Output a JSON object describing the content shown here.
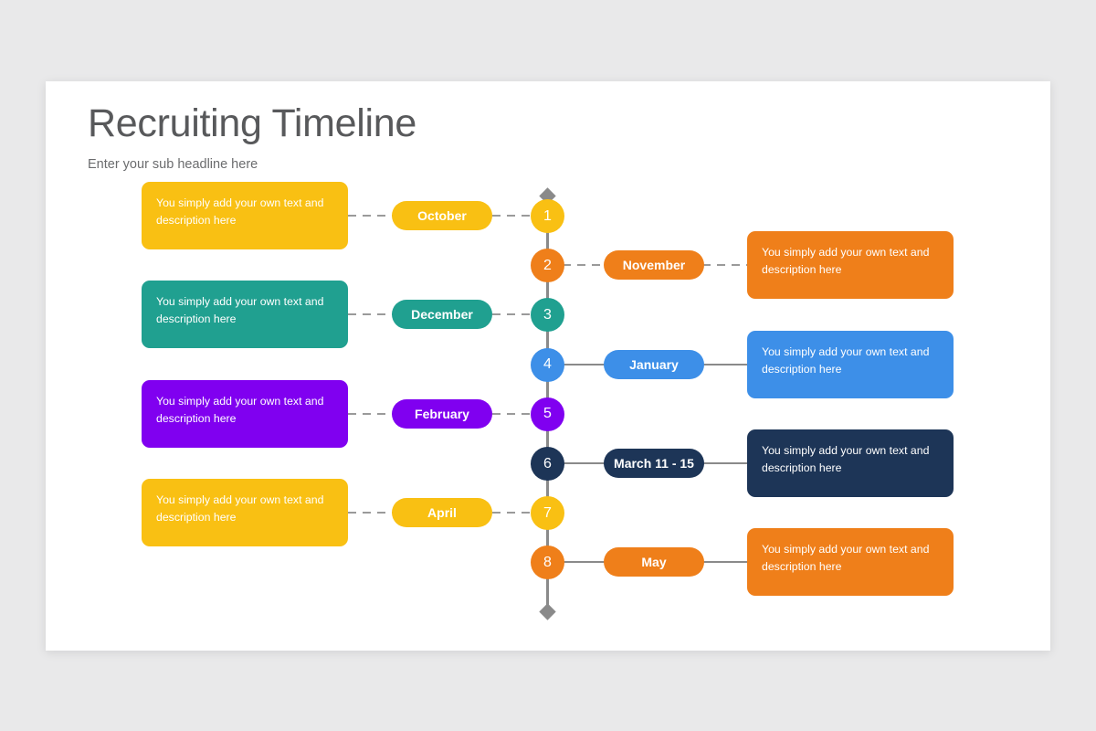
{
  "slide": {
    "background_color": "#e9e9ea",
    "surface_color": "#ffffff"
  },
  "header": {
    "title": "Recruiting Timeline",
    "subtitle": "Enter your sub headline here",
    "title_color": "#58595b",
    "subtitle_color": "#6b6c6e"
  },
  "timeline": {
    "spine_color": "#8a8a8a",
    "description_text": "You simply add your own text and description here",
    "items": [
      {
        "number": "1",
        "label": "October",
        "description": "You simply add your own text and description here",
        "color": "#f9c013",
        "side": "left",
        "connector": "dashed"
      },
      {
        "number": "2",
        "label": "November",
        "description": "You simply add your own text and description here",
        "color": "#ef7f1a",
        "side": "right",
        "connector": "dashed"
      },
      {
        "number": "3",
        "label": "December",
        "description": "You simply add your own text and description here",
        "color": "#20a090",
        "side": "left",
        "connector": "dashed"
      },
      {
        "number": "4",
        "label": "January",
        "description": "You simply add your own text and description here",
        "color": "#3d8fe8",
        "side": "right",
        "connector": "solid"
      },
      {
        "number": "5",
        "label": "February",
        "description": "You simply add your own text and description here",
        "color": "#8000f0",
        "side": "left",
        "connector": "dashed"
      },
      {
        "number": "6",
        "label": "March 11 - 15",
        "description": "You simply add your own text and description here",
        "color": "#1d3557",
        "side": "right",
        "connector": "solid"
      },
      {
        "number": "7",
        "label": "April",
        "description": "You simply add your own text and description here",
        "color": "#f9c013",
        "side": "left",
        "connector": "dashed"
      },
      {
        "number": "8",
        "label": "May",
        "description": "You simply add your own text and description here",
        "color": "#ef7f1a",
        "side": "right",
        "connector": "solid"
      }
    ]
  }
}
